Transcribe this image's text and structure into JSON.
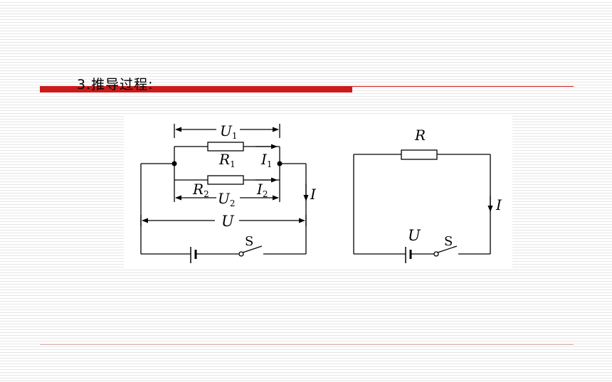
{
  "slide": {
    "heading": "3.推导过程:"
  },
  "parallel_circuit": {
    "u1_main": "U",
    "u1_sub": "1",
    "r1_main": "R",
    "r1_sub": "1",
    "i1_main": "I",
    "i1_sub": "1",
    "r2_main": "R",
    "r2_sub": "2",
    "i2_main": "I",
    "i2_sub": "2",
    "u2_main": "U",
    "u2_sub": "2",
    "current_label": "I",
    "voltage_label": "U",
    "switch_label": "S"
  },
  "series_circuit": {
    "resistor_label": "R",
    "current_label": "I",
    "voltage_label": "U",
    "switch_label": "S"
  }
}
